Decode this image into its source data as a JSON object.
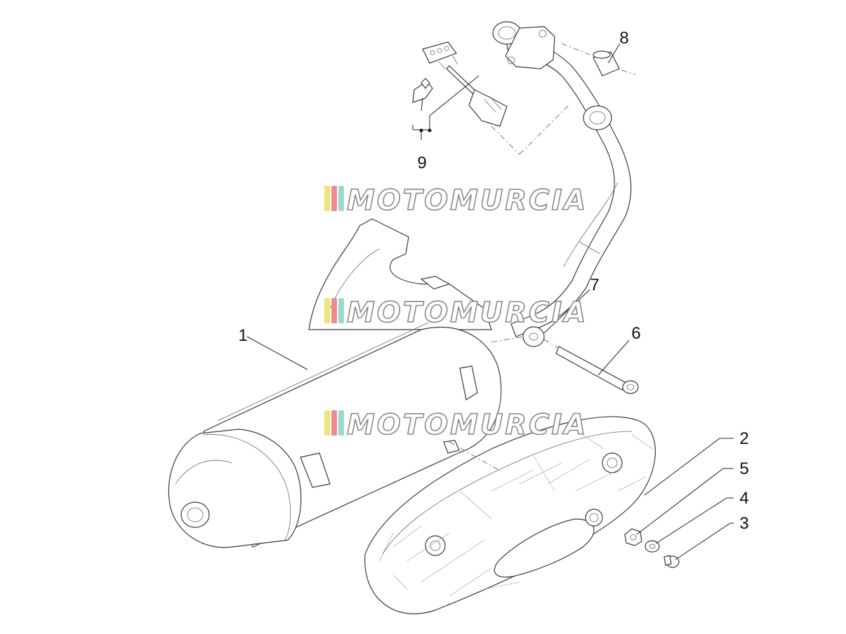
{
  "callouts": [
    {
      "id": "1",
      "label": "1"
    },
    {
      "id": "2",
      "label": "2"
    },
    {
      "id": "3",
      "label": "3"
    },
    {
      "id": "4",
      "label": "4"
    },
    {
      "id": "5",
      "label": "5"
    },
    {
      "id": "6",
      "label": "6"
    },
    {
      "id": "7",
      "label": "7"
    },
    {
      "id": "8",
      "label": "8"
    },
    {
      "id": "9",
      "label": "9"
    }
  ],
  "watermark": {
    "text": "MOTOMURCIA",
    "stripe_colors": [
      "#f2e27a",
      "#f08a8a",
      "#9fd7cf"
    ]
  },
  "colors": {
    "line": "#3a3a3a",
    "background": "#ffffff"
  }
}
